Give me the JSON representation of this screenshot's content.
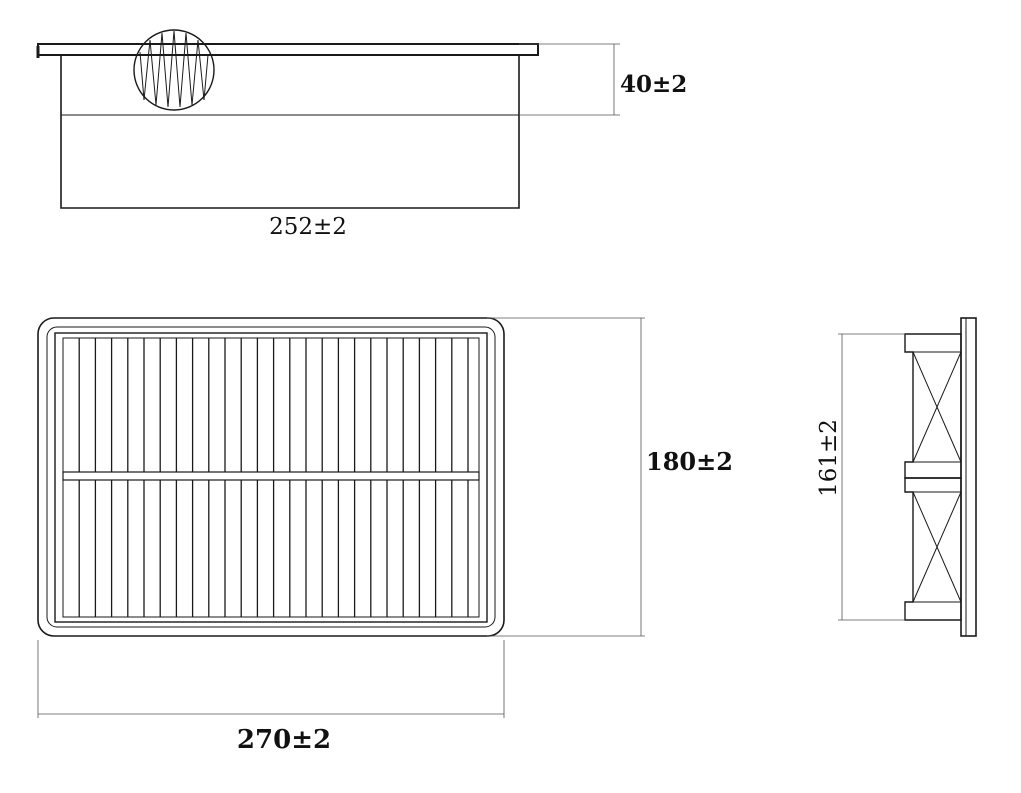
{
  "dimensions": {
    "top_height": "40±2",
    "top_width": "252±2",
    "front_height": "180±2",
    "front_width": "270±2",
    "side_height": "161±2"
  },
  "colors": {
    "stroke": "#1a1a1a",
    "dimension_line": "#555555",
    "background": "#ffffff"
  }
}
